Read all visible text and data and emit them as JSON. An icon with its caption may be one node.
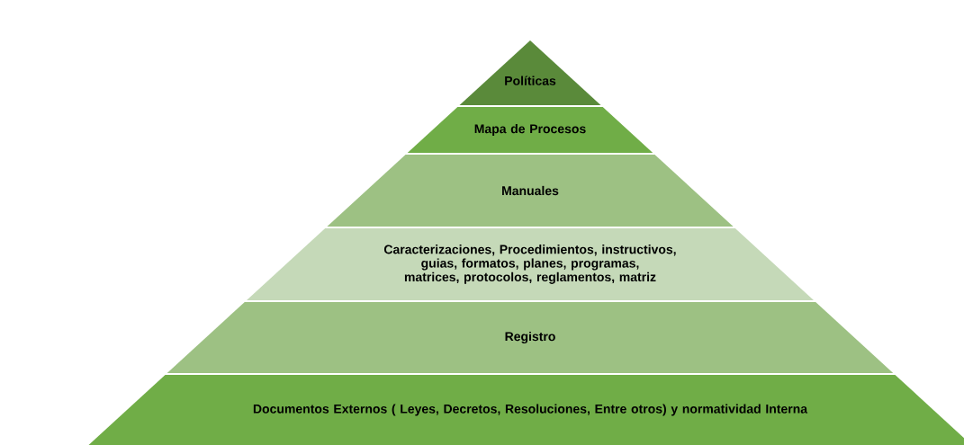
{
  "diagram": {
    "nodes": [
      {
        "text": [
          "Políticas"
        ]
      },
      {
        "text": [
          "Mapa de Procesos"
        ]
      },
      {
        "text": [
          "Manuales"
        ]
      },
      {
        "text": [
          "Caracterizaciones, Procedimientos, instructivos, guias, formatos, planes, programas, matrices, protocolos, reglamentos, matriz"
        ]
      },
      {
        "text": [
          "Registro"
        ]
      },
      {
        "text": [
          "Documentos Externos ( Leyes, Decretos, Resoluciones, Entre otros) y normatividad Interna"
        ]
      }
    ]
  }
}
